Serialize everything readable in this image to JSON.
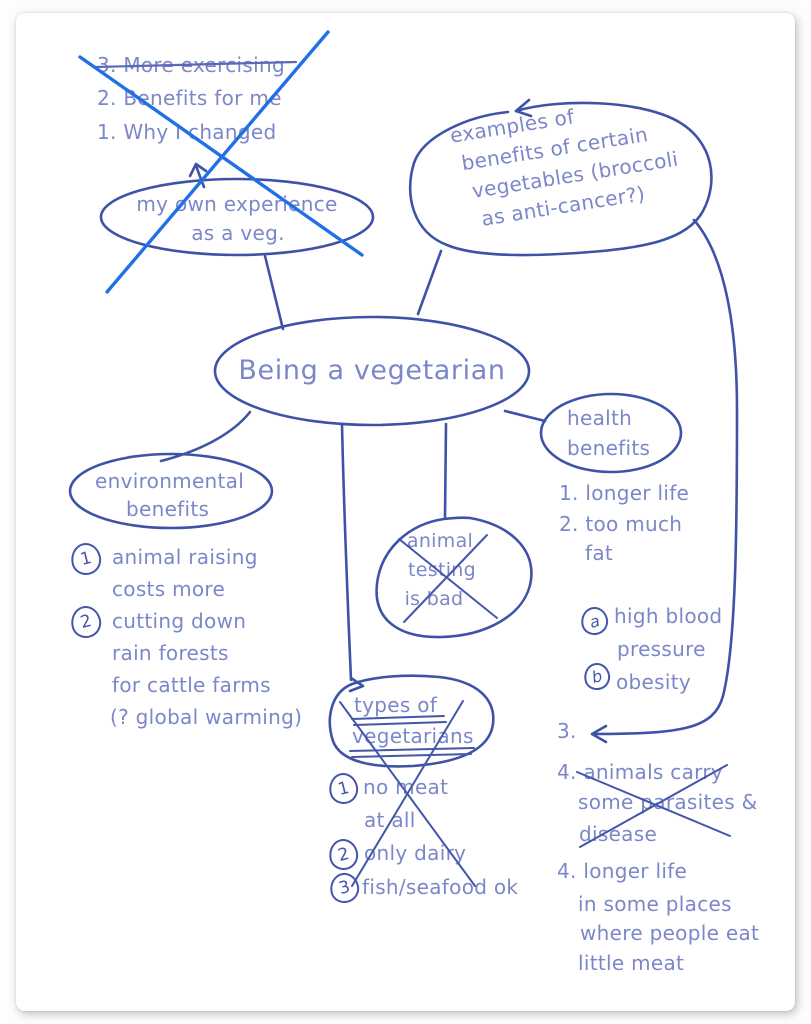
{
  "colors": {
    "ink": "#3e53a7",
    "text": "#7b87c9",
    "marker": "#4356aa",
    "cross": "#2170e6",
    "strike": "#5b68b5"
  },
  "outline_list": {
    "items": [
      {
        "text": "3. More exercising",
        "crossed_out": true
      },
      {
        "text": "2. Benefits for me",
        "crossed_out": false
      },
      {
        "text": "1. Why I changed",
        "crossed_out": false
      }
    ],
    "crossed_out_as_group": true
  },
  "nodes": {
    "experience": {
      "lines": [
        "my own experience",
        "as a veg."
      ],
      "crossed_out": true
    },
    "examples": {
      "lines": [
        "examples of",
        "benefits of certain",
        "vegetables (broccoli",
        "as anti-cancer?)"
      ],
      "crossed_out": false
    },
    "central": {
      "label": "Being a vegetarian"
    },
    "environmental": {
      "lines": [
        "environmental",
        "benefits"
      ],
      "crossed_out": false
    },
    "animal_testing": {
      "lines": [
        "animal",
        "testing",
        "is bad"
      ],
      "crossed_out": true
    },
    "types": {
      "lines": [
        "types of",
        "vegetarians"
      ],
      "underlined": true,
      "crossed_out": true
    },
    "health": {
      "lines": [
        "health",
        "benefits"
      ],
      "crossed_out": false
    }
  },
  "environmental_notes": [
    {
      "marker": "1",
      "lines": [
        "animal raising",
        "costs more"
      ]
    },
    {
      "marker": "2",
      "lines": [
        "cutting down",
        "rain forests",
        "for cattle farms",
        "(? global warming)"
      ]
    }
  ],
  "types_notes": [
    {
      "marker": "1",
      "lines": [
        "no meat",
        "at all"
      ],
      "crossed_out": true
    },
    {
      "marker": "2",
      "lines": [
        "only dairy"
      ],
      "crossed_out": true
    },
    {
      "marker": "3",
      "lines": [
        "fish/seafood ok"
      ],
      "crossed_out": true
    }
  ],
  "health_notes": {
    "numbered": [
      {
        "lines": [
          "1. longer life"
        ]
      },
      {
        "lines": [
          "2. too much",
          "fat"
        ]
      }
    ],
    "lettered": [
      {
        "marker": "a",
        "lines": [
          "high blood",
          "pressure"
        ]
      },
      {
        "marker": "b",
        "lines": [
          "obesity"
        ]
      }
    ],
    "renumbered_item": "3.",
    "crossed_item": {
      "lines": [
        "4. animals carry",
        "some parasites &",
        "disease"
      ],
      "crossed_out": true
    },
    "final_item": {
      "lines": [
        "4. longer life",
        "in some places",
        "where people eat",
        "little meat"
      ]
    }
  }
}
